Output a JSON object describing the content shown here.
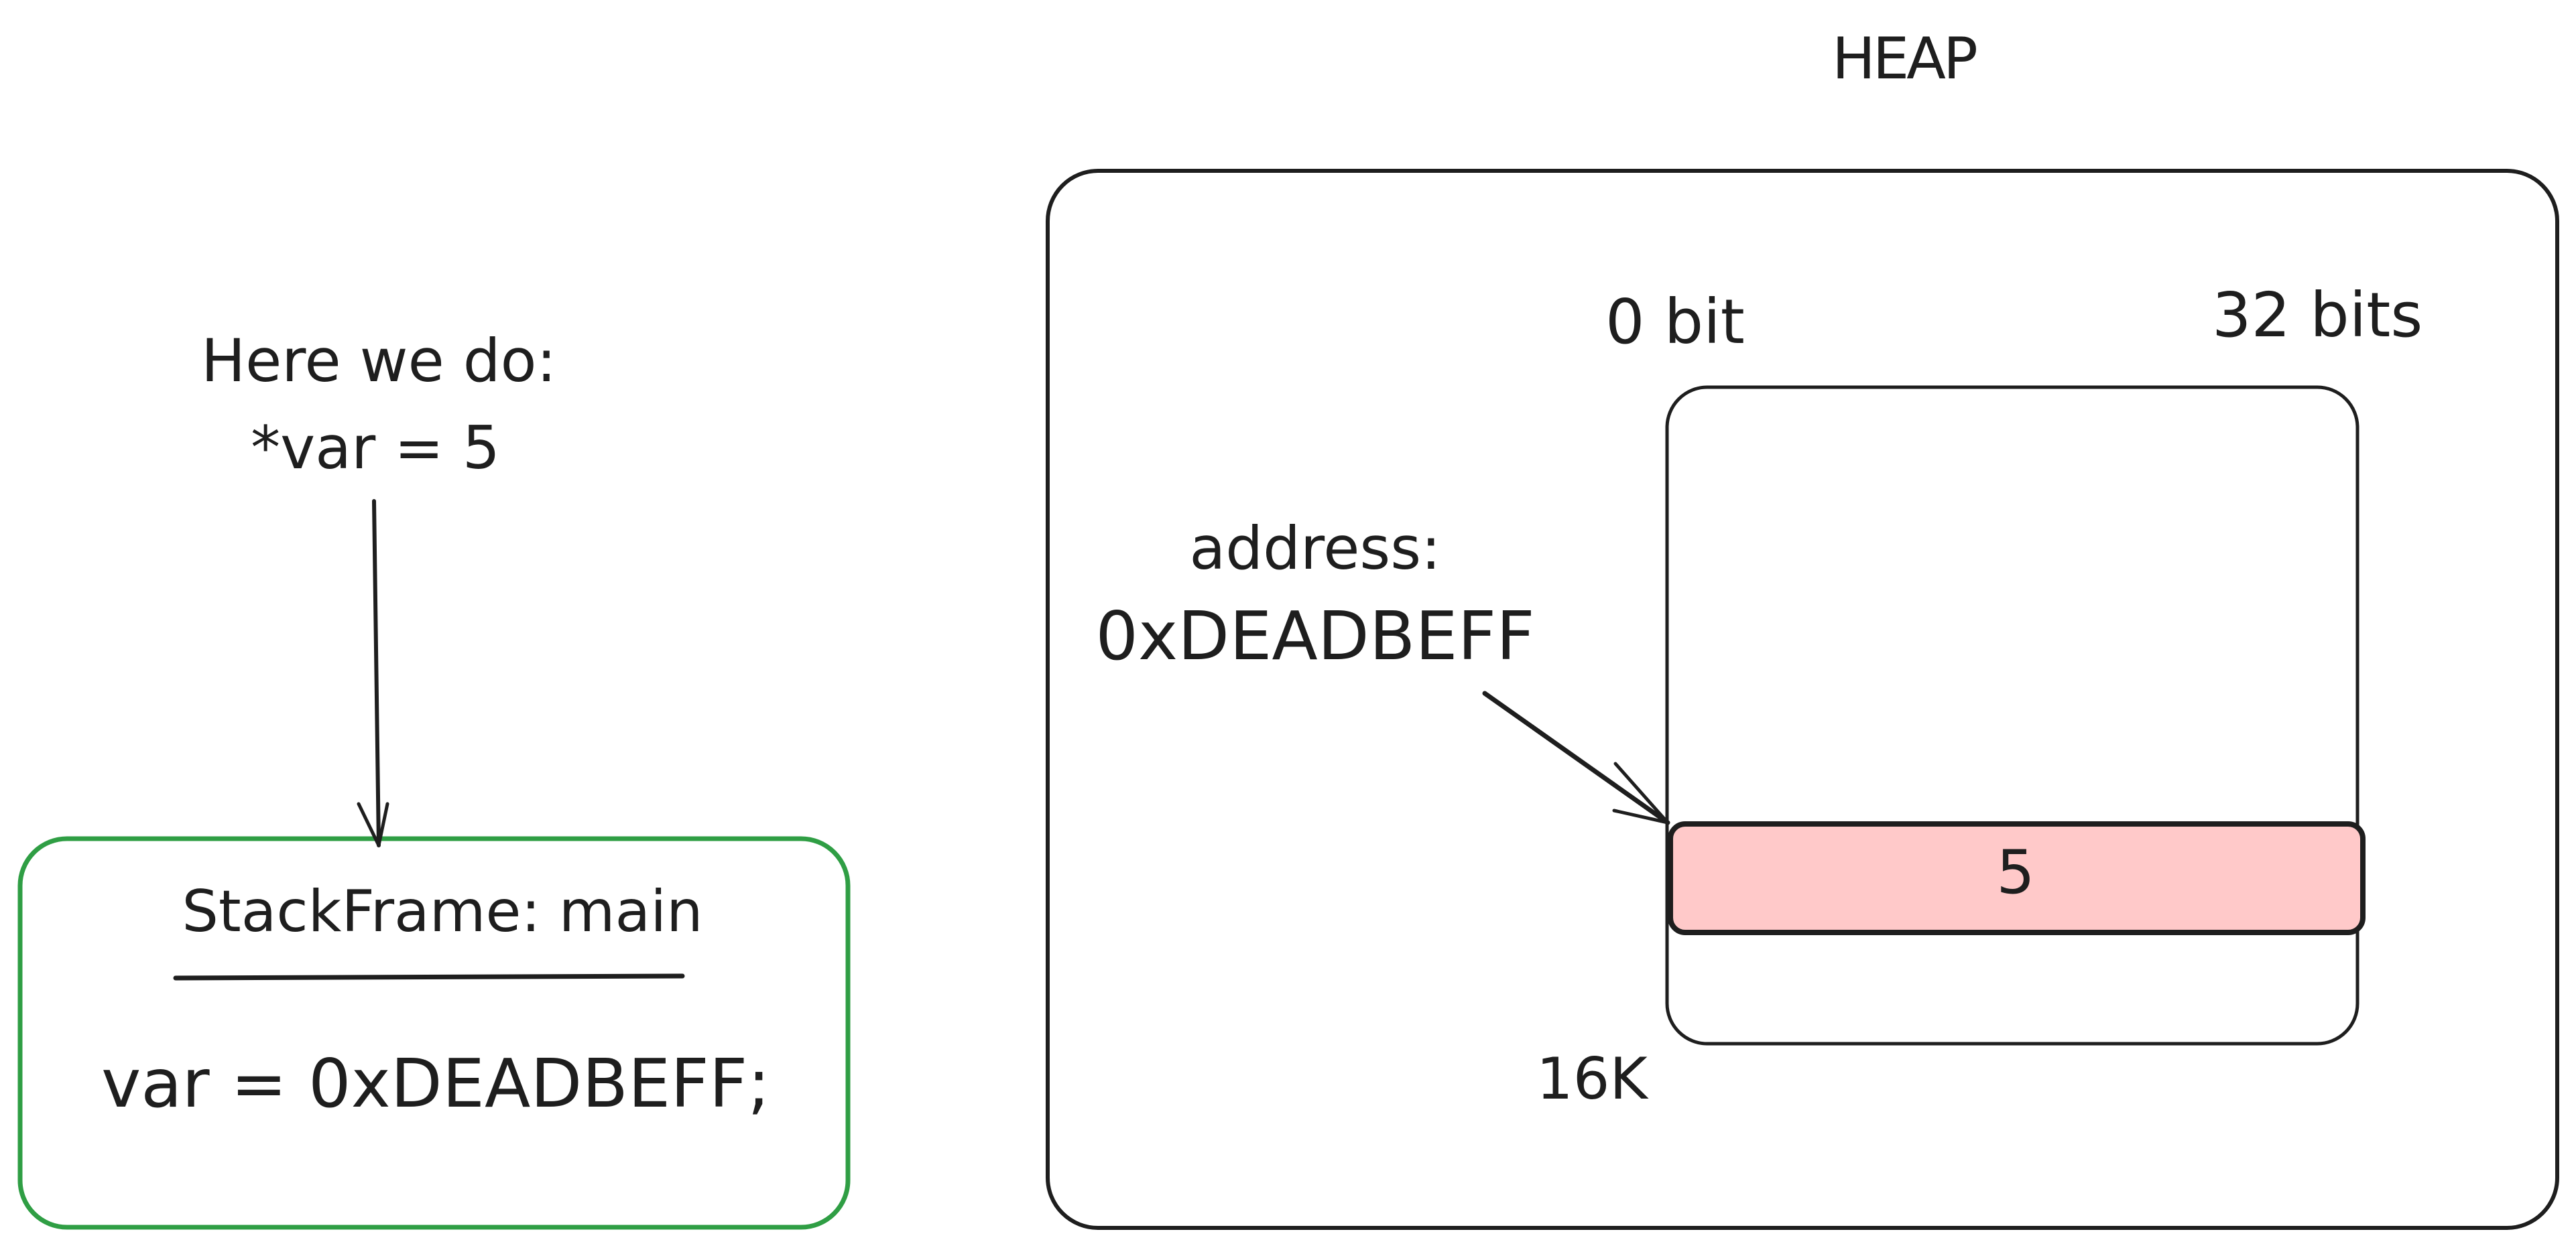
{
  "colors": {
    "stroke": "#1e1e1e",
    "stack_frame_border": "#2f9e44",
    "memory_cell_fill": "#ffc9c9",
    "background": "#ffffff"
  },
  "left_annotation": {
    "line1": "Here we do:",
    "line2": "*var = 5"
  },
  "stack_frame": {
    "title": "StackFrame: main",
    "content": "var = 0xDEADBEFF;"
  },
  "heap": {
    "title": "HEAP",
    "bit_start_label": "0 bit",
    "bit_end_label": "32 bits",
    "address_label": "address:",
    "address_value": "0xDEADBEFF",
    "size_label": "16K",
    "cell_value": "5"
  }
}
